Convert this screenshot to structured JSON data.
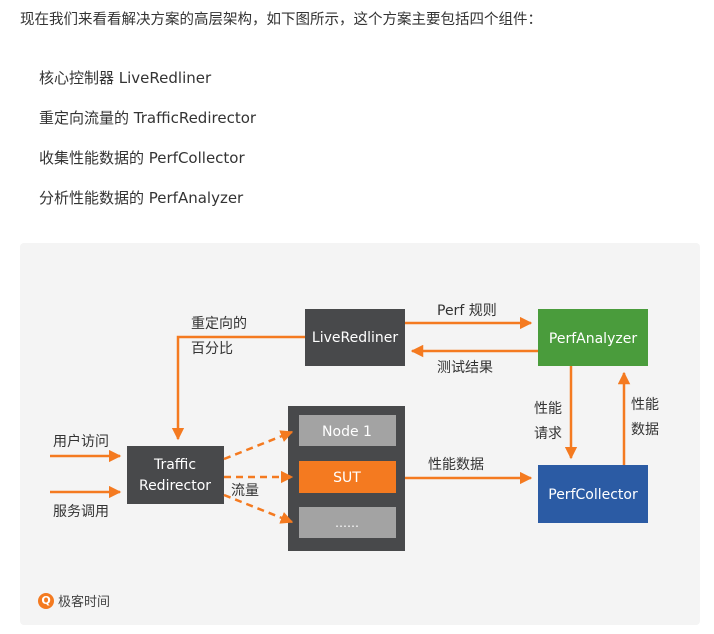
{
  "intro": "现在我们来看看解决方案的高层架构，如下图所示，这个方案主要包括四个组件：",
  "components": [
    "核心控制器 LiveRedliner",
    "重定向流量的 TrafficRedirector",
    "收集性能数据的 PerfCollector",
    "分析性能数据的 PerfAnalyzer"
  ],
  "diagram": {
    "liveredliner": "LiveRedliner",
    "perfanalyzer": "PerfAnalyzer",
    "perfcollector": "PerfCollector",
    "traffic_line1": "Traffic",
    "traffic_line2": "Redirector",
    "node1": "Node 1",
    "sut": "SUT",
    "dots": "……",
    "label_redirect_1": "重定向的",
    "label_redirect_2": "百分比",
    "label_perf_rules": "Perf 规则",
    "label_test_results": "测试结果",
    "label_user_access": "用户访问",
    "label_service_call": "服务调用",
    "label_traffic": "流量",
    "label_perf_data": "性能数据",
    "label_perf_request_1": "性能",
    "label_perf_request_2": "请求",
    "label_perf_data_up_1": "性能",
    "label_perf_data_up_2": "数据"
  },
  "logo_text": "极客时间",
  "colors": {
    "orange": "#f47a20",
    "dark_box": "#48494b",
    "green_box": "#4a9c3c",
    "blue_box": "#2b5ba4",
    "grey_node": "#a3a3a3",
    "panel": "#f4f4f4"
  }
}
